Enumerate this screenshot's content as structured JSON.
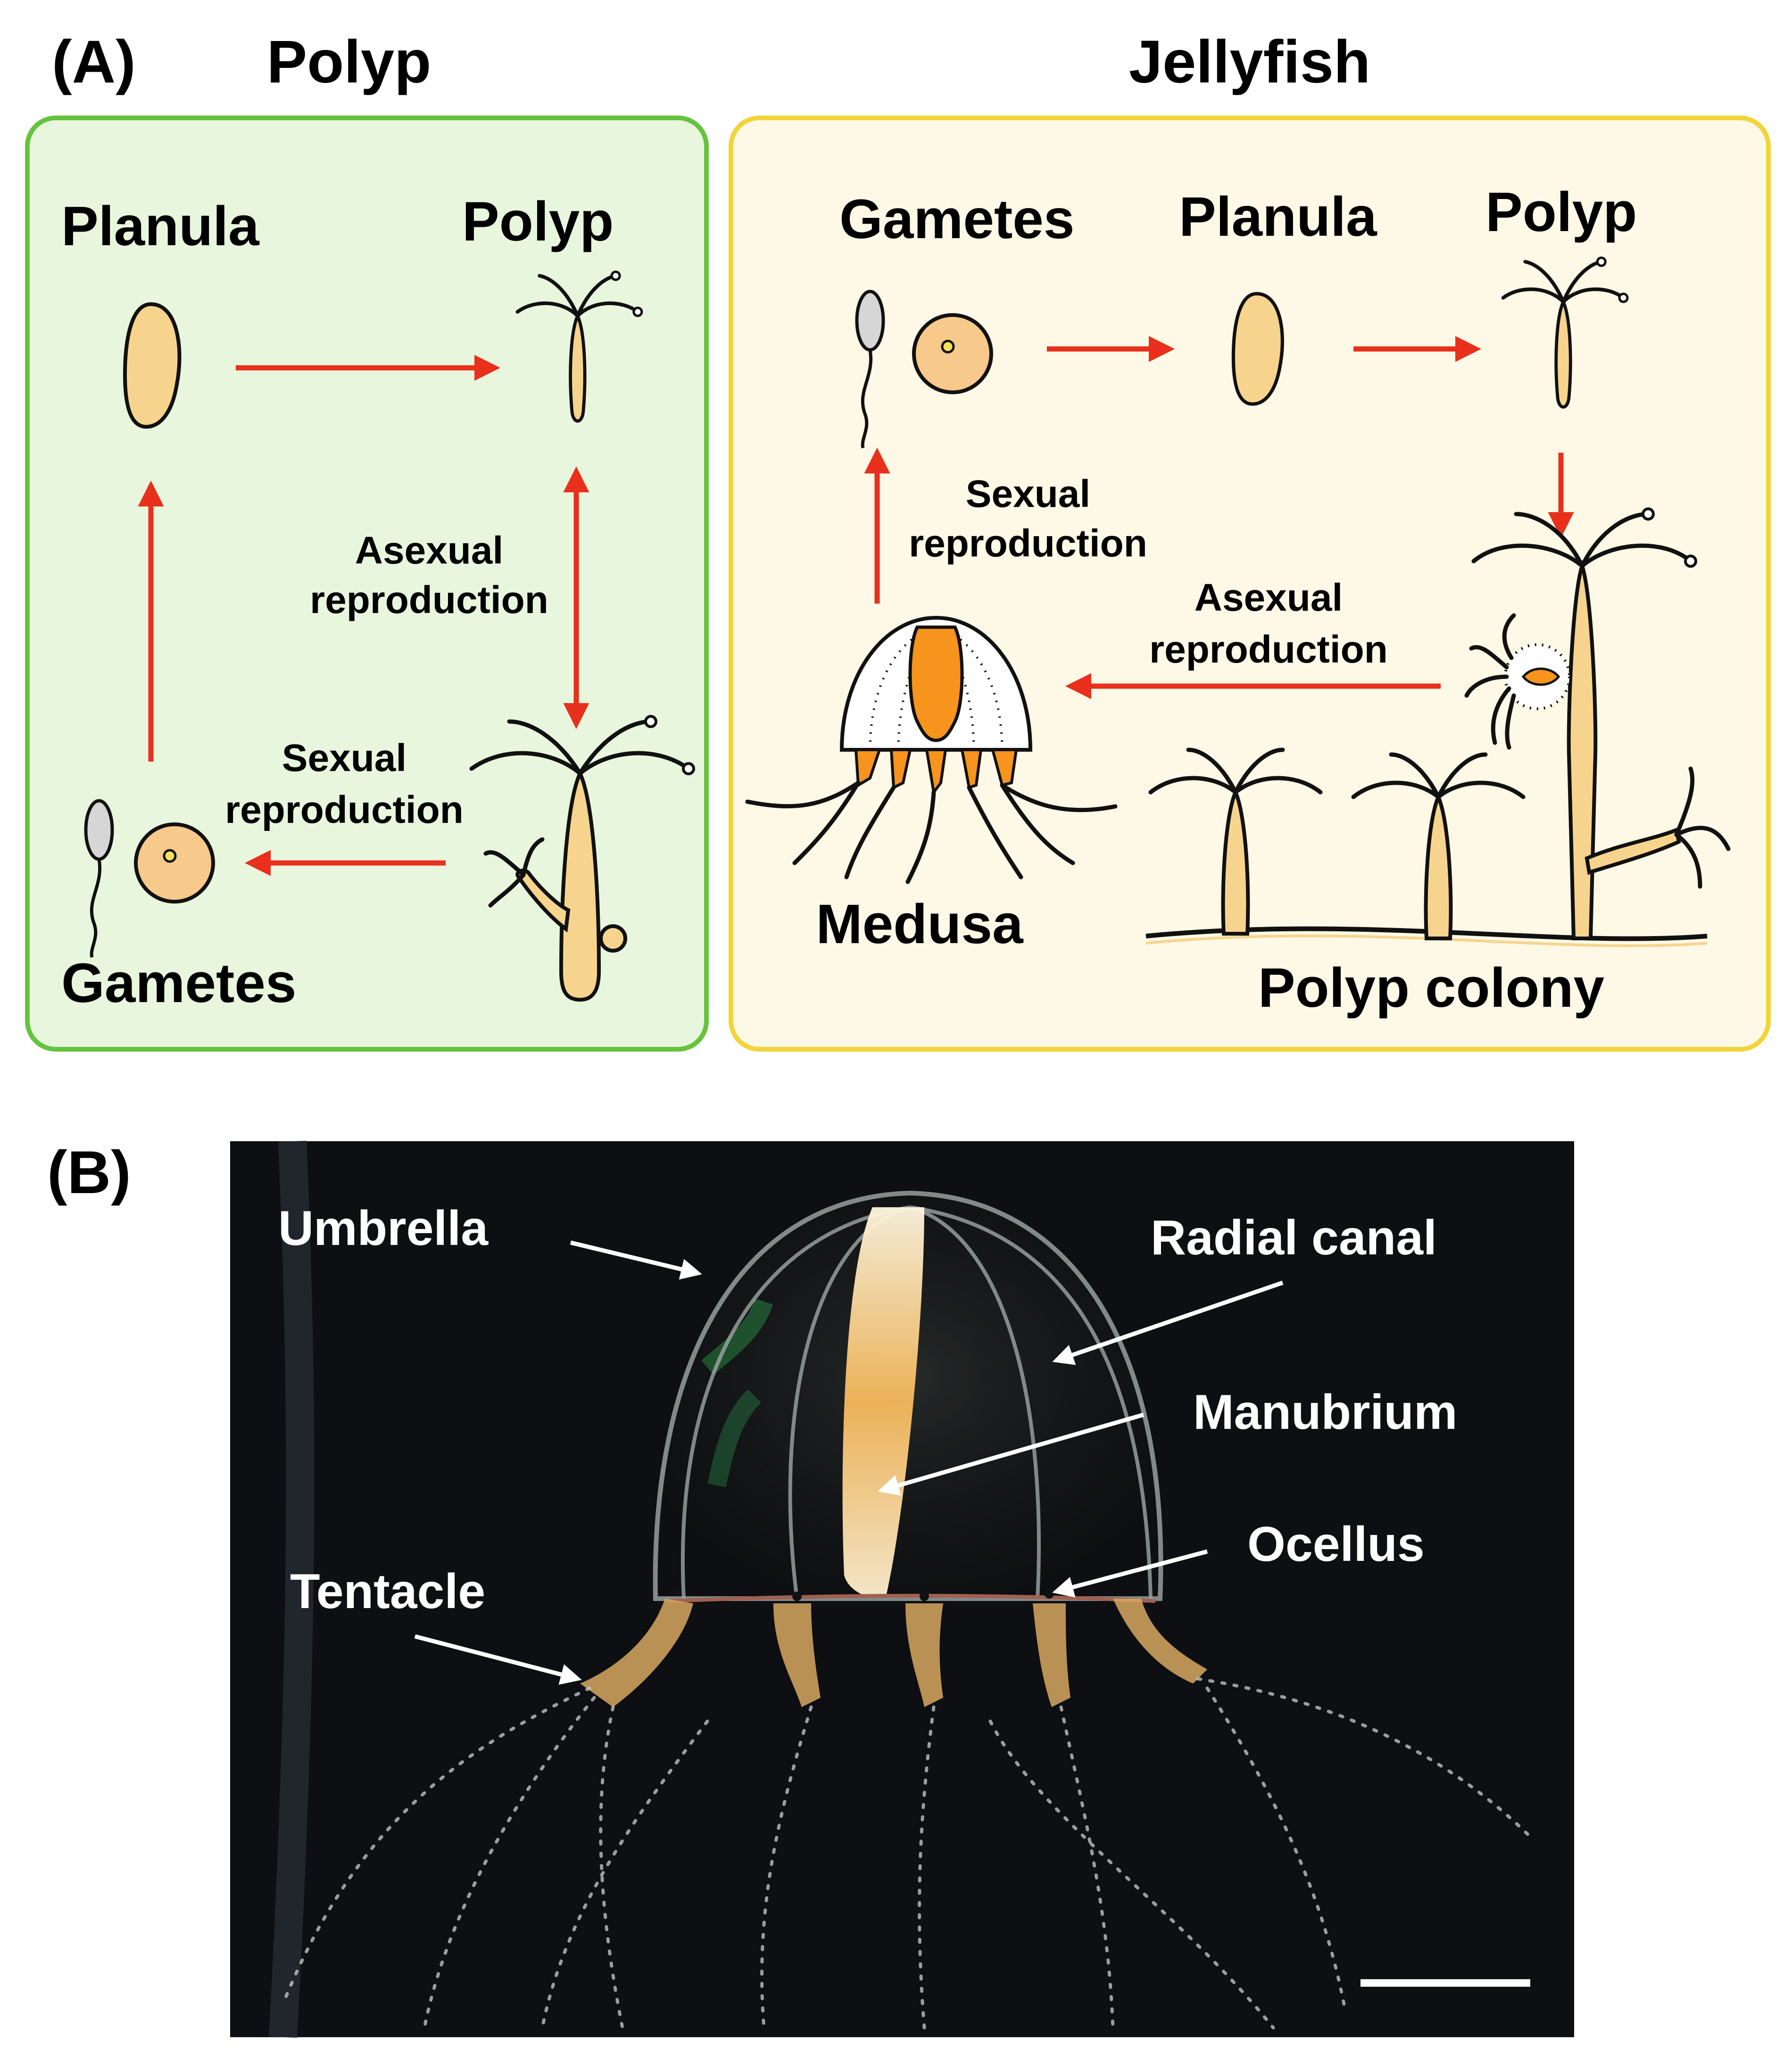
{
  "panel_a": {
    "label": "(A)",
    "polyp_title": "Polyp",
    "jellyfish_title": "Jellyfish",
    "colors": {
      "polyp_box_fill": "#e8f6dd",
      "polyp_box_border": "#66c33f",
      "jelly_box_fill": "#fdf9e6",
      "jelly_box_border": "#f2d43a",
      "arrow": "#e8301c",
      "body": "#f7d48e",
      "gonad": "#f7941d"
    },
    "polyp_cycle": {
      "planula": "Planula",
      "polyp": "Polyp",
      "gametes": "Gametes",
      "asexual_1": "Asexual",
      "asexual_2": "reproduction",
      "sexual_1": "Sexual",
      "sexual_2": "reproduction"
    },
    "jelly_cycle": {
      "gametes": "Gametes",
      "planula": "Planula",
      "polyp": "Polyp",
      "sexual_1": "Sexual",
      "sexual_2": "reproduction",
      "asexual_1": "Asexual",
      "asexual_2": "reproduction",
      "medusa": "Medusa",
      "polyp_colony": "Polyp colony"
    }
  },
  "panel_b": {
    "label": "(B)",
    "annotations": {
      "umbrella": "Umbrella",
      "radial_canal": "Radial canal",
      "manubrium": "Manubrium",
      "ocellus": "Ocellus",
      "tentacle": "Tentacle"
    }
  }
}
